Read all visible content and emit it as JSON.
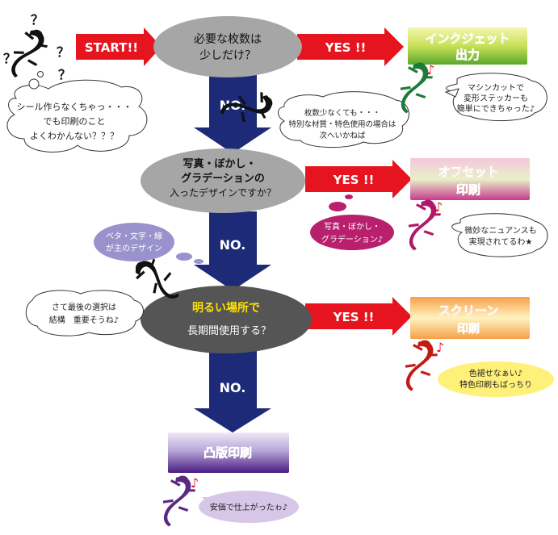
{
  "start_label": "START!!",
  "questions": [
    {
      "lines": [
        "必要な枚数は",
        "少しだけ？"
      ]
    },
    {
      "lines": [
        "写真・ぼかし・",
        "グラデーションの",
        "入ったデザインですか？"
      ]
    },
    {
      "lines": [
        "明るい場所で",
        "長期間使用する？"
      ]
    }
  ],
  "yes_label": "YES !!",
  "no_label": "NO.",
  "results": {
    "inkjet": {
      "lines": [
        "インクジェット",
        "出力"
      ],
      "color": "#2c8a3c"
    },
    "offset": {
      "lines": [
        "オフセット",
        "印刷"
      ],
      "color": "#c0186a"
    },
    "screen": {
      "lines": [
        "スクリーン",
        "印刷"
      ],
      "color": "#c8201a"
    },
    "letterpress": {
      "lines": [
        "凸版印刷"
      ],
      "color": "#5a2a82"
    }
  },
  "bubbles": {
    "confused": [
      "シール作らなくちゃっ・・・",
      "でも印刷のこと",
      "よくわかんない？？？"
    ],
    "few_sheets": [
      "枚数少なくても・・・",
      "特別な材質・特色使用の場合は",
      "次へいかねば"
    ],
    "photo": [
      "写真・ぼかし・",
      "グラデーション♪"
    ],
    "flat": [
      "ベタ・文字・線",
      "が主のデザイン"
    ],
    "final_choice": [
      "さて最後の選択は",
      "結構　重要そうね♪"
    ],
    "inkjet_note": [
      "マシンカットで",
      "変形ステッカーも",
      "簡単にできちゃった♪"
    ],
    "offset_note": [
      "微妙なニュアンスも",
      "実現されてるわ★"
    ],
    "screen_note": [
      "色褪せなぁい♪",
      "特色印刷もばっちり"
    ],
    "letterpress_note": [
      "安価で仕上がったゎ♪"
    ]
  },
  "question_marks": [
    "？",
    "？",
    "？",
    "？"
  ],
  "music_note": "♪",
  "colors": {
    "start_red": "#e6141e",
    "yes_red": "#e6141e",
    "no_navy": "#1c2a78",
    "question_grey": "#a6a6a6",
    "question_dark": "#555555",
    "highlight_yellow": "#ffe000"
  }
}
